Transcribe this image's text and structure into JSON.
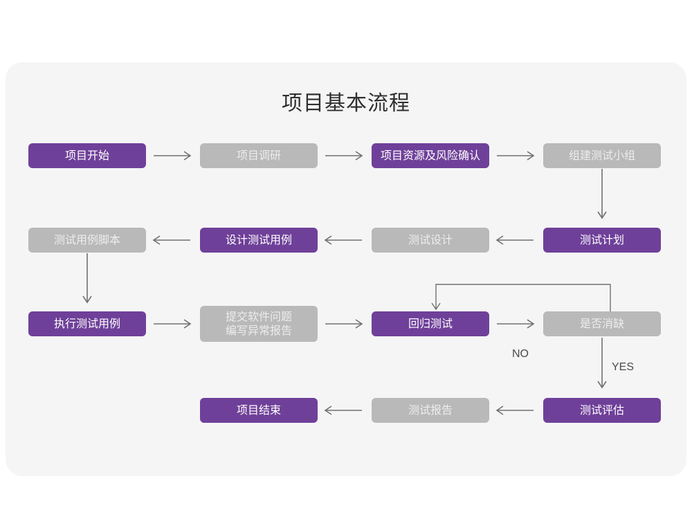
{
  "title": "项目基本流程",
  "colors": {
    "canvas": "#ffffff",
    "card": "#f5f5f6",
    "purple": "#6f4099",
    "gray": "#b9b9b9",
    "purple_text": "#ffffff",
    "gray_text": "#ededed",
    "connector": "#707070",
    "title_text": "#2f2f2f"
  },
  "chart_data": {
    "type": "diagram",
    "title": "项目基本流程",
    "nodes": [
      {
        "id": "n1",
        "label": "项目开始",
        "style": "purple",
        "row": 1,
        "col": 1
      },
      {
        "id": "n2",
        "label": "项目调研",
        "style": "gray",
        "row": 1,
        "col": 2
      },
      {
        "id": "n3",
        "label": "项目资源及风险确认",
        "style": "purple",
        "row": 1,
        "col": 3
      },
      {
        "id": "n4",
        "label": "组建测试小组",
        "style": "gray",
        "row": 1,
        "col": 4
      },
      {
        "id": "n5",
        "label": "测试用例脚本",
        "style": "gray",
        "row": 2,
        "col": 1
      },
      {
        "id": "n6",
        "label": "设计测试用例",
        "style": "purple",
        "row": 2,
        "col": 2
      },
      {
        "id": "n7",
        "label": "测试设计",
        "style": "gray",
        "row": 2,
        "col": 3
      },
      {
        "id": "n8",
        "label": "测试计划",
        "style": "purple",
        "row": 2,
        "col": 4
      },
      {
        "id": "n9",
        "label": "执行测试用例",
        "style": "purple",
        "row": 3,
        "col": 1
      },
      {
        "id": "n10",
        "label": "提交软件问题\n编写异常报告",
        "style": "gray",
        "row": 3,
        "col": 2
      },
      {
        "id": "n11",
        "label": "回归测试",
        "style": "purple",
        "row": 3,
        "col": 3
      },
      {
        "id": "n12",
        "label": "是否消缺",
        "style": "gray",
        "row": 3,
        "col": 4
      },
      {
        "id": "n13",
        "label": "项目结束",
        "style": "purple",
        "row": 4,
        "col": 2
      },
      {
        "id": "n14",
        "label": "测试报告",
        "style": "gray",
        "row": 4,
        "col": 3
      },
      {
        "id": "n15",
        "label": "测试评估",
        "style": "purple",
        "row": 4,
        "col": 4
      }
    ],
    "edges": [
      {
        "from": "n1",
        "to": "n2",
        "label": "",
        "dir": "right"
      },
      {
        "from": "n2",
        "to": "n3",
        "label": "",
        "dir": "right"
      },
      {
        "from": "n3",
        "to": "n4",
        "label": "",
        "dir": "right"
      },
      {
        "from": "n4",
        "to": "n8",
        "label": "",
        "dir": "down"
      },
      {
        "from": "n8",
        "to": "n7",
        "label": "",
        "dir": "left"
      },
      {
        "from": "n7",
        "to": "n6",
        "label": "",
        "dir": "left"
      },
      {
        "from": "n6",
        "to": "n5",
        "label": "",
        "dir": "left"
      },
      {
        "from": "n5",
        "to": "n9",
        "label": "",
        "dir": "down"
      },
      {
        "from": "n9",
        "to": "n10",
        "label": "",
        "dir": "right"
      },
      {
        "from": "n10",
        "to": "n11",
        "label": "",
        "dir": "right"
      },
      {
        "from": "n11",
        "to": "n12",
        "label": "",
        "dir": "right"
      },
      {
        "from": "n12",
        "to": "n11",
        "label": "NO",
        "dir": "loop-up-left"
      },
      {
        "from": "n12",
        "to": "n15",
        "label": "YES",
        "dir": "down"
      },
      {
        "from": "n15",
        "to": "n14",
        "label": "",
        "dir": "left"
      },
      {
        "from": "n14",
        "to": "n13",
        "label": "",
        "dir": "left"
      }
    ],
    "edge_labels": [
      "NO",
      "YES"
    ]
  }
}
